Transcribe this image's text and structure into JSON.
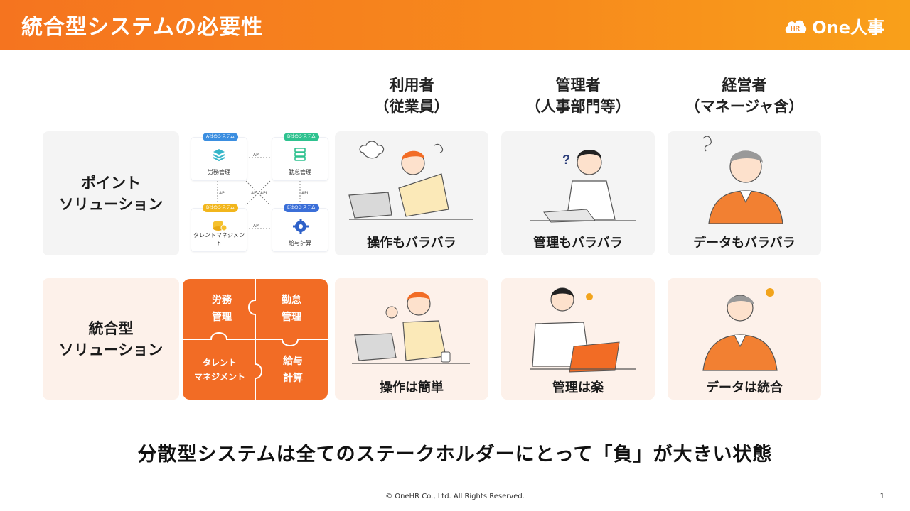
{
  "header": {
    "title": "統合型システムの必要性",
    "logo_text": "One人事",
    "logo_badge": "HR"
  },
  "columns": [
    {
      "line1": "利用者",
      "line2": "（従業員）"
    },
    {
      "line1": "管理者",
      "line2": "（人事部門等）"
    },
    {
      "line1": "経営者",
      "line2": "（マネージャ含）"
    }
  ],
  "rows": {
    "point": {
      "line1": "ポイント",
      "line2": "ソリューション"
    },
    "integrated": {
      "line1": "統合型",
      "line2": "ソリューション"
    }
  },
  "point_diagram": {
    "systems": [
      {
        "tag": "A社のシステム",
        "name": "労務管理"
      },
      {
        "tag": "B社のシステム",
        "name": "勤怠管理"
      },
      {
        "tag": "B社のシステム",
        "name": "タレントマネジメント"
      },
      {
        "tag": "E社のシステム",
        "name": "給与計算"
      }
    ],
    "api_label": "API"
  },
  "puzzle": {
    "pieces": [
      {
        "line1": "労務",
        "line2": "管理"
      },
      {
        "line1": "勤怠",
        "line2": "管理"
      },
      {
        "line1": "タレント",
        "line2": "マネジメント"
      },
      {
        "line1": "給与",
        "line2": "計算"
      }
    ]
  },
  "captions": {
    "point": [
      "操作もバラバラ",
      "管理もバラバラ",
      "データもバラバラ"
    ],
    "integrated": [
      "操作は簡単",
      "管理は楽",
      "データは統合"
    ]
  },
  "bottom_message": "分散型システムは全てのステークホルダーにとって「負」が大きい状態",
  "footer": "© OneHR Co., Ltd. All Rights Reserved.",
  "page_number": "1",
  "colors": {
    "accent": "#f26c25",
    "header_start": "#f5741f",
    "header_end": "#f9a01a",
    "card_gray": "#f4f4f4",
    "card_peach": "#fdf1ea"
  }
}
